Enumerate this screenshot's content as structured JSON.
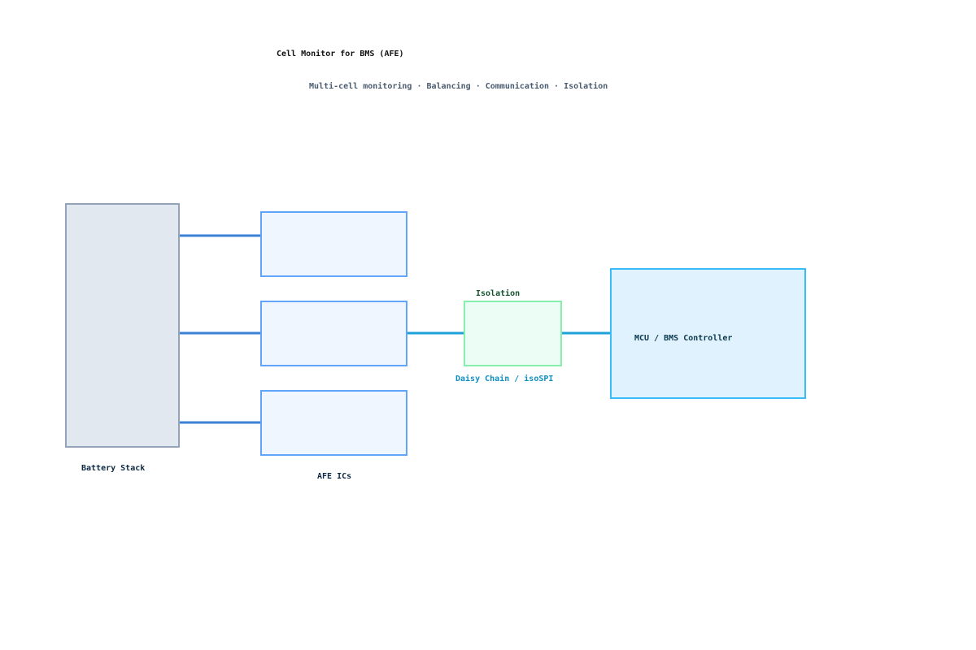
{
  "title": "Cell Monitor for BMS (AFE)",
  "subtitle": "Multi-cell monitoring · Balancing · Communication · Isolation",
  "blocks": {
    "battery": {
      "label": "Battery Stack"
    },
    "afe": {
      "label": "AFE ICs"
    },
    "isolation": {
      "label": "Isolation"
    },
    "link": {
      "label": "Daisy Chain / isoSPI"
    },
    "mcu": {
      "label": "MCU / BMS Controller"
    }
  },
  "colors": {
    "title": "#111111",
    "subtitle": "#4b5b70",
    "battery_fill": "#e2e8f0",
    "battery_stroke": "#94a3b8",
    "afe_fill": "#eff6ff",
    "afe_stroke": "#60a5fa",
    "afe_wire": "#3b82d6",
    "iso_fill": "#ecfdf5",
    "iso_stroke": "#86efac",
    "iso_label": "#14532d",
    "link_wire": "#1ea0d9",
    "link_label": "#0e8fc4",
    "mcu_fill": "#e0f2fe",
    "mcu_stroke": "#38bdf8",
    "mcu_label": "#0c3a4f",
    "dark_label": "#0f2a44"
  }
}
